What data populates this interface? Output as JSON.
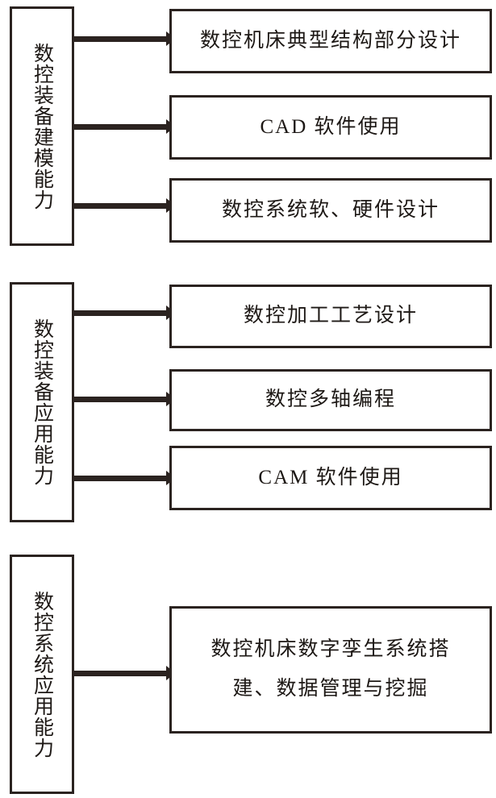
{
  "diagram": {
    "type": "hierarchy-blocks",
    "orientation": "left-to-right",
    "colors": {
      "stroke": "#2b2320",
      "text": "#1d1815",
      "background": "#ffffff"
    },
    "groups": [
      {
        "id": "group-1",
        "capability": "数控装备建模能力",
        "items": [
          {
            "id": "g1-item-1",
            "lines": [
              "数控机床典型结构部分设计"
            ]
          },
          {
            "id": "g1-item-2",
            "lines": [
              "CAD 软件使用"
            ]
          },
          {
            "id": "g1-item-3",
            "lines": [
              "数控系统软、硬件设计"
            ]
          }
        ]
      },
      {
        "id": "group-2",
        "capability": "数控装备应用能力",
        "items": [
          {
            "id": "g2-item-1",
            "lines": [
              "数控加工工艺设计"
            ]
          },
          {
            "id": "g2-item-2",
            "lines": [
              "数控多轴编程"
            ]
          },
          {
            "id": "g2-item-3",
            "lines": [
              "CAM 软件使用"
            ]
          }
        ]
      },
      {
        "id": "group-3",
        "capability": "数控系统应用能力",
        "items": [
          {
            "id": "g3-item-1",
            "lines": [
              "数控机床数字孪生系统搭",
              "建、数据管理与挖掘"
            ]
          }
        ]
      }
    ]
  }
}
